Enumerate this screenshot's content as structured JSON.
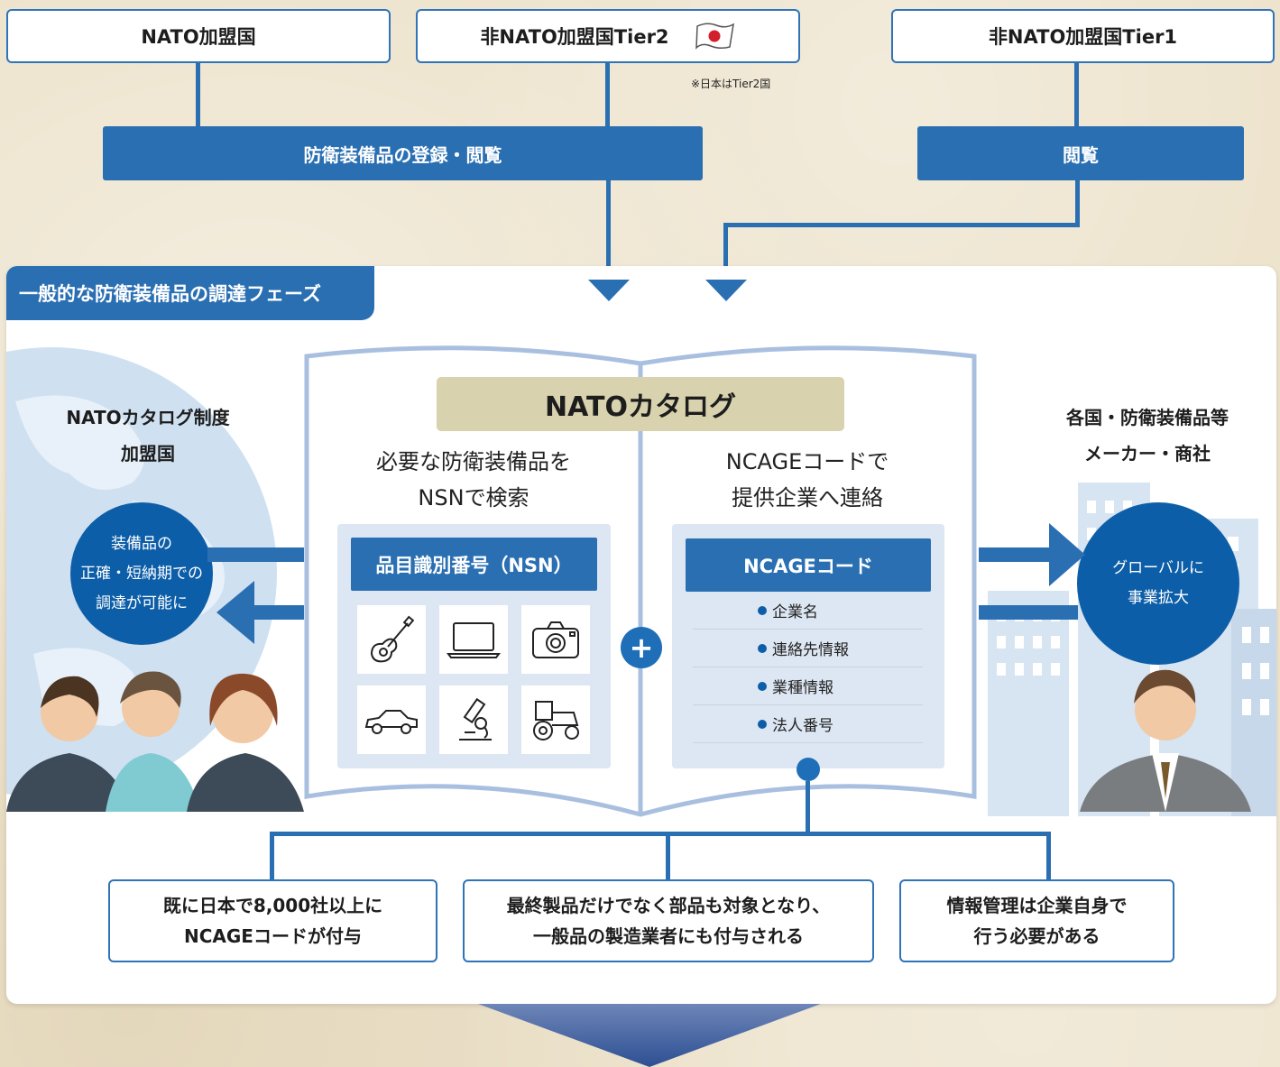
{
  "top": {
    "nato": "NATO加盟国",
    "tier2": "非NATO加盟国Tier2",
    "tier1": "非NATO加盟国Tier1",
    "tier2_note": "※日本はTier2国"
  },
  "bars": {
    "register": "防衛装備品の登録・閲覧",
    "browse": "閲覧"
  },
  "phase": {
    "tag": "一般的な防衛装備品の調達フェーズ",
    "left_group_line1": "NATOカタログ制度",
    "left_group_line2": "加盟国",
    "left_circle_line1": "装備品の",
    "left_circle_line2": "正確・短納期での",
    "left_circle_line3": "調達が可能に",
    "right_group_line1": "各国・防衛装備品等",
    "right_group_line2": "メーカー・商社",
    "right_circle_line1": "グローバルに",
    "right_circle_line2": "事業拡大"
  },
  "catalog": {
    "title": "NATOカタログ",
    "left_text_line1": "必要な防衛装備品を",
    "left_text_line2": "NSNで検索",
    "right_text_line1": "NCAGEコードで",
    "right_text_line2": "提供企業へ連絡",
    "nsn_header": "品目識別番号（NSN）",
    "ncage_header": "NCAGEコード",
    "ncage_items": [
      "企業名",
      "連絡先情報",
      "業種情報",
      "法人番号"
    ],
    "plus": "+",
    "icons": [
      "guitar-icon",
      "laptop-icon",
      "camera-icon",
      "car-icon",
      "microscope-icon",
      "tractor-icon"
    ]
  },
  "notes": {
    "note1_line1": "既に日本で8,000社以上に",
    "note1_line2": "NCAGEコードが付与",
    "note2_line1": "最終製品だけでなく部品も対象となり、",
    "note2_line2": "一般品の製造業者にも付与される",
    "note3_line1": "情報管理は企業自身で",
    "note3_line2": "行う必要がある"
  },
  "colors": {
    "accent_blue": "#2a6fb2",
    "dark_blue": "#0d5ea8",
    "catalog_title_bg": "#d8d2ae",
    "background": "#ede3cc"
  }
}
